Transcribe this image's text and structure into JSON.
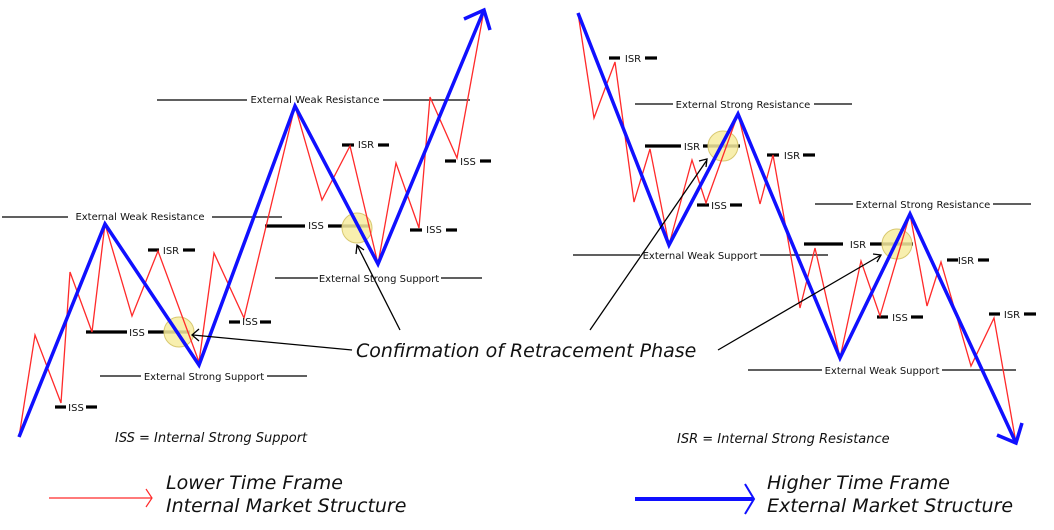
{
  "diagram": {
    "title": "Internal vs External Market Structure",
    "colors": {
      "internal_structure": "#ff2a2a",
      "external_structure": "#1010ff",
      "levels": "#000000",
      "highlight_fill": "#f7eca0",
      "highlight_stroke": "#d8c870"
    },
    "callout": "Confirmation of Retracement Phase",
    "left_panel": {
      "trend": "bullish",
      "external_labels": {
        "weak_resistance_1": "External Weak Resistance",
        "weak_resistance_2": "External Weak Resistance",
        "strong_support_1": "External Strong Support",
        "strong_support_2": "External Strong Support"
      },
      "internal_labels": [
        "ISS",
        "ISS",
        "ISR",
        "ISS",
        "ISS",
        "ISS",
        "ISS"
      ],
      "definition": "ISS = Internal Strong Support"
    },
    "right_panel": {
      "trend": "bearish",
      "external_labels": {
        "strong_resistance_1": "External Strong Resistance",
        "strong_resistance_2": "External Strong Resistance",
        "weak_support_1": "External Weak Support",
        "weak_support_2": "External Weak Support"
      },
      "internal_labels": [
        "ISR",
        "ISR",
        "ISS",
        "ISR",
        "ISR",
        "ISS",
        "ISR",
        "ISR"
      ],
      "definition": "ISR = Internal Strong Resistance"
    },
    "legend": [
      {
        "name": "internal",
        "line1": "Lower Time Frame",
        "line2": "Internal Market Structure",
        "color": "#ff2a2a"
      },
      {
        "name": "external",
        "line1": "Higher Time Frame",
        "line2": "External Market Structure",
        "color": "#1010ff"
      }
    ]
  }
}
